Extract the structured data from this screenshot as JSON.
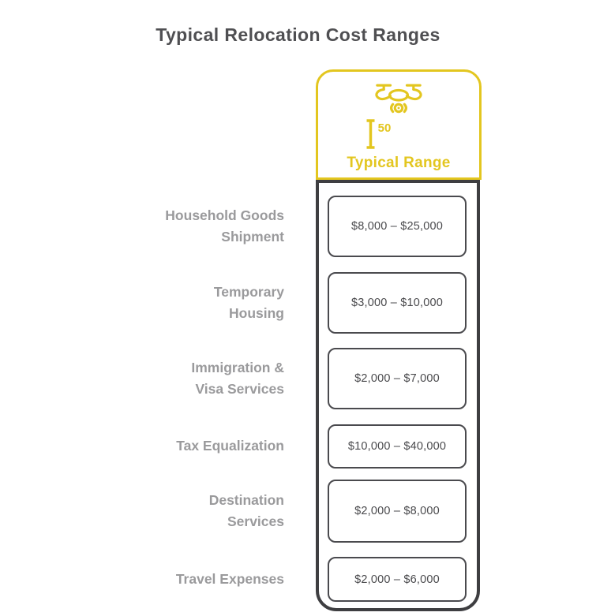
{
  "title": "Typical Relocation Cost Ranges",
  "header": {
    "label": "Typical Range",
    "icon": "drone-icon",
    "altitude_label": "50"
  },
  "colors": {
    "accent_yellow": "#e3c61f",
    "panel_border": "#3e3e41",
    "cell_border": "#4a4a4e",
    "label_text": "#9a9a9c",
    "value_text": "#4a4a4d",
    "title_text": "#4f4f52",
    "background": "#ffffff"
  },
  "rows": [
    {
      "label_line1": "Household Goods",
      "label_line2": "Shipment",
      "range": "$8,000 – $25,000"
    },
    {
      "label_line1": "Temporary",
      "label_line2": "Housing",
      "range": "$3,000 – $10,000"
    },
    {
      "label_line1": "Immigration &",
      "label_line2": "Visa Services",
      "range": "$2,000 – $7,000"
    },
    {
      "label_line1": "Tax Equalization",
      "label_line2": "",
      "range": "$10,000 – $40,000"
    },
    {
      "label_line1": "Destination",
      "label_line2": "Services",
      "range": "$2,000 – $8,000"
    },
    {
      "label_line1": "Travel Expenses",
      "label_line2": "",
      "range": "$2,000 – $6,000"
    }
  ],
  "chart_data": {
    "type": "table",
    "title": "Typical Relocation Cost Ranges",
    "column_header": "Typical Range",
    "categories": [
      "Household Goods Shipment",
      "Temporary Housing",
      "Immigration & Visa Services",
      "Tax Equalization",
      "Destination Services",
      "Travel Expenses"
    ],
    "ranges_usd_min": [
      8000,
      3000,
      2000,
      10000,
      2000,
      2000
    ],
    "ranges_usd_max": [
      25000,
      10000,
      7000,
      40000,
      8000,
      6000
    ],
    "range_labels": [
      "$8,000 – $25,000",
      "$3,000 – $10,000",
      "$2,000 – $7,000",
      "$10,000 – $40,000",
      "$2,000 – $8,000",
      "$2,000 – $6,000"
    ]
  }
}
